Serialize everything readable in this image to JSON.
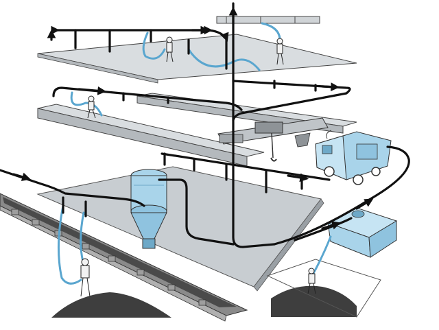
{
  "colors": {
    "background": "#ffffff",
    "platform_top": "#d9dde0",
    "platform_side": "#b4b9bd",
    "floor": "#c8cdd1",
    "floor_edge": "#9aa0a5",
    "duct": "#111111",
    "hose": "#5aa6cf",
    "equipment": "#a9d4ea",
    "equipment_dark": "#6ea9c8",
    "crane": "#bfc4c8",
    "crane_dark": "#8e9397",
    "conveyor": "#9a9a9a",
    "debris": "#4a4a4a",
    "person": "#f2f2f2",
    "outline": "#222222"
  },
  "icons": {
    "duct_arrow": "arrow-head",
    "worker": "worker-with-vacuum-hose",
    "cyclone_separator": "cyclone-hopper",
    "vacuum_truck": "vacuum-truck",
    "vacuum_unit": "vacuum-collector-box",
    "overhead_crane": "overhead-crane"
  }
}
